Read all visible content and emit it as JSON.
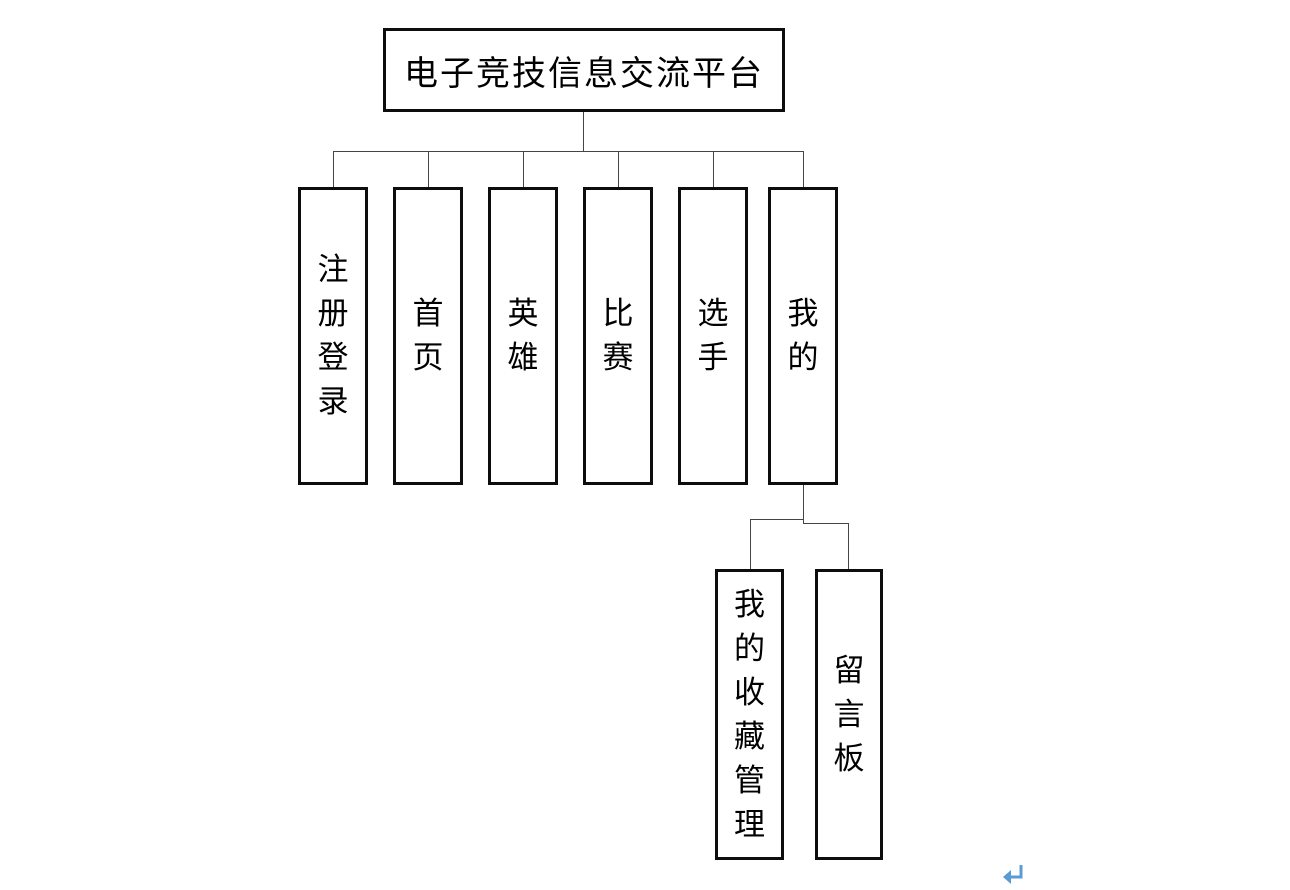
{
  "diagram": {
    "title": "电子竞技信息交流平台",
    "root": {
      "label": "电子竞技信息交流平台"
    },
    "children": [
      {
        "label": "注册登录"
      },
      {
        "label": "首页"
      },
      {
        "label": "英雄"
      },
      {
        "label": "比赛"
      },
      {
        "label": "选手"
      },
      {
        "label": "我的",
        "children": [
          {
            "label": "我的收藏管理"
          },
          {
            "label": "留言板"
          }
        ]
      }
    ],
    "colors": {
      "box_border": "#0d0d0d",
      "connector_line": "#454545",
      "return_mark": "#5b9bd5"
    },
    "icons": {
      "return_mark": "return-mark-icon"
    }
  }
}
